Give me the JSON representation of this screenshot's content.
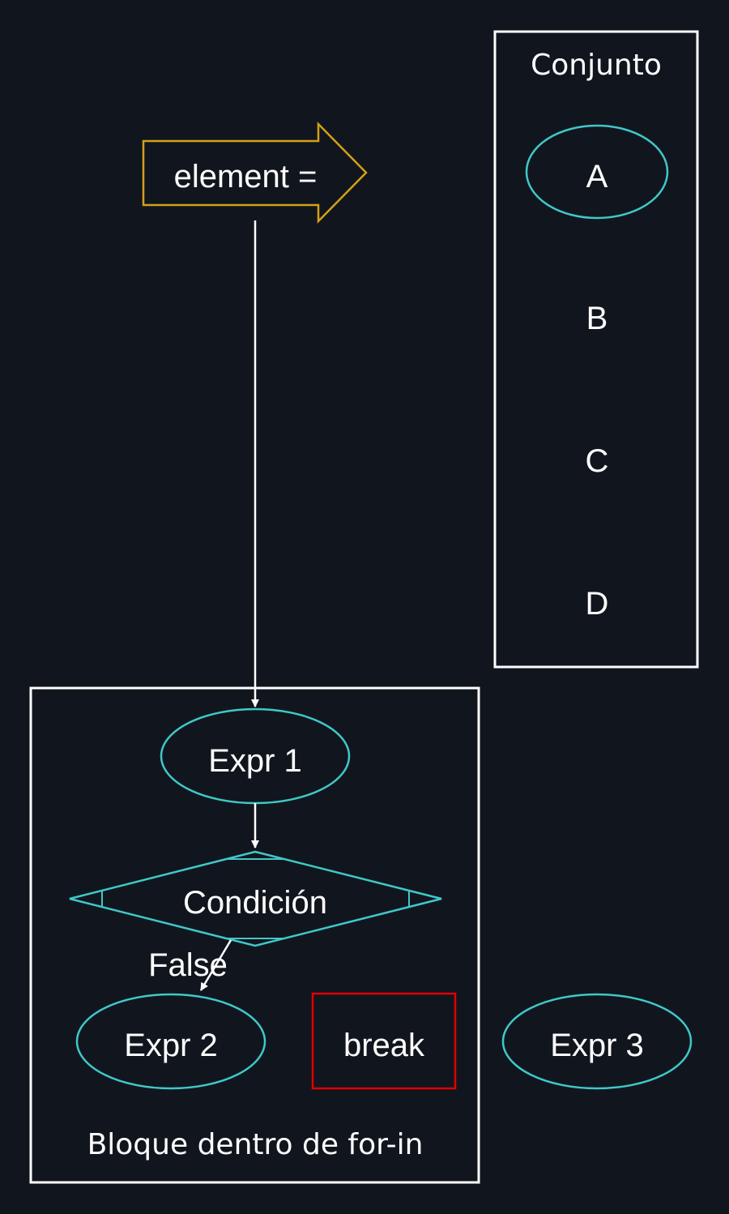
{
  "clusters": {
    "conjunto": {
      "label": "Conjunto",
      "items": [
        "A",
        "B",
        "C",
        "D"
      ]
    },
    "loop_block": {
      "label": "Bloque dentro de for-in"
    }
  },
  "nodes": {
    "element": "element =",
    "expr1": "Expr 1",
    "condition": "Condición",
    "expr2": "Expr 2",
    "break": "break",
    "expr3": "Expr 3"
  },
  "edges": {
    "false_label": "False"
  },
  "colors": {
    "background": "#11161e",
    "cyan": "#40c8c8",
    "gold": "#d4a017",
    "red": "#e00000",
    "white": "#ffffff"
  }
}
